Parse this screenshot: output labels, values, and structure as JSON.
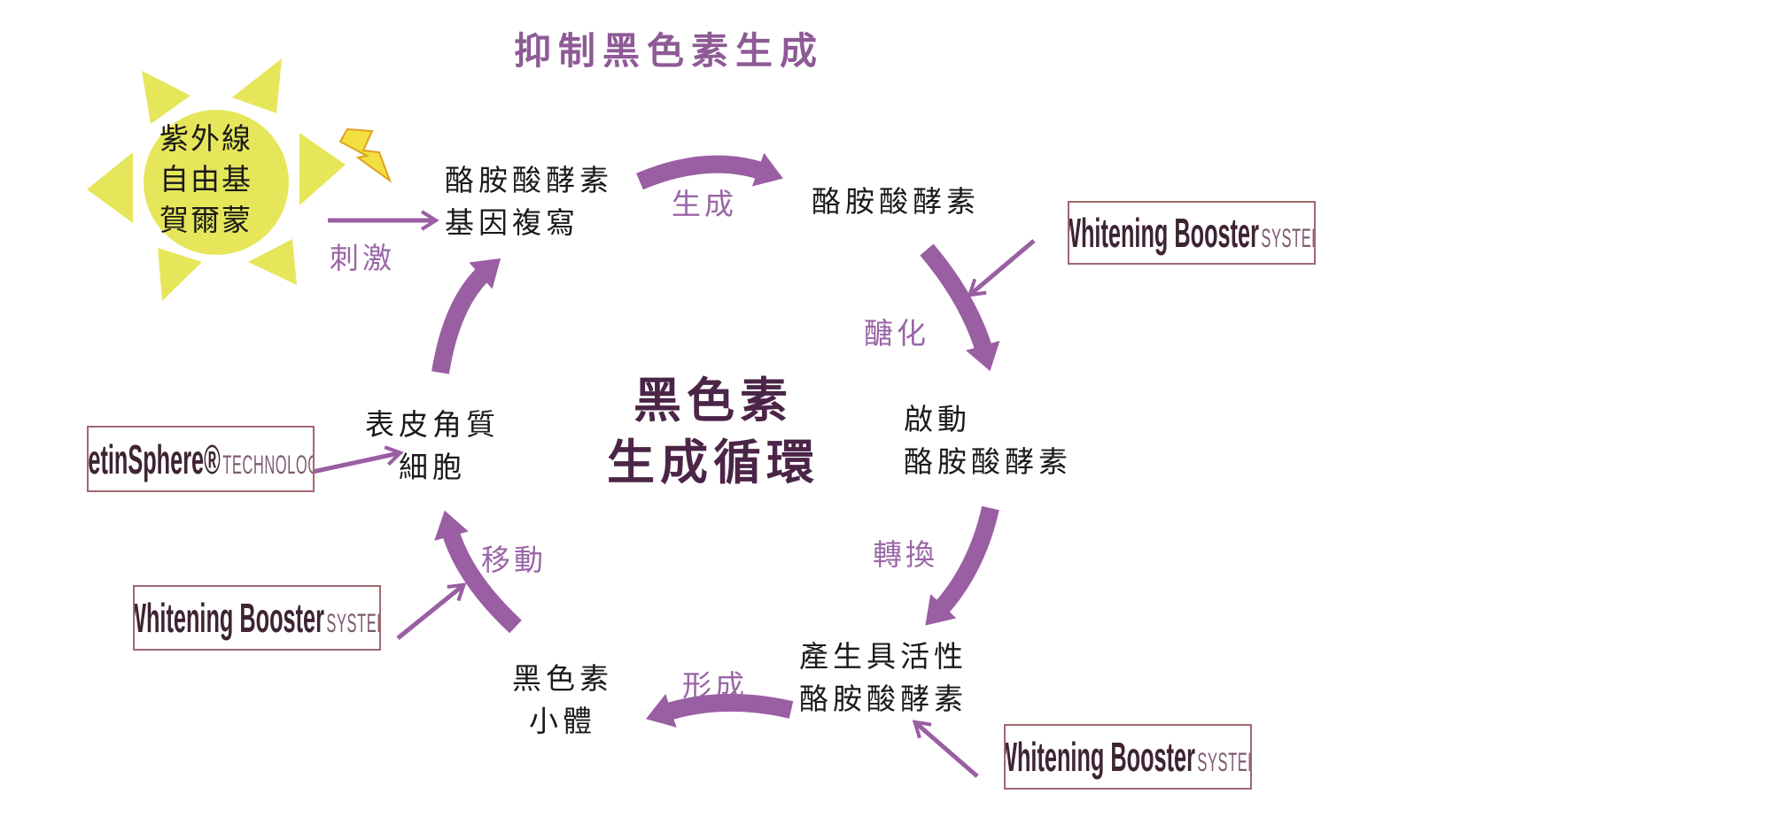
{
  "title": "抑制黑色素生成",
  "sun": {
    "lines": [
      "紫外線",
      "自由基",
      "賀爾蒙"
    ]
  },
  "nodes": {
    "gene": [
      "酪胺酸酵素",
      "基因複寫"
    ],
    "enzyme": "酪胺酸酵素",
    "activate": [
      "啟動",
      "酪胺酸酵素"
    ],
    "active": [
      "產生具活性",
      "酪胺酸酵素"
    ],
    "melanosome": [
      "黑色素",
      "小體"
    ],
    "keratinocyte": [
      "表皮角質",
      "細胞"
    ]
  },
  "center": [
    "黑色素",
    "生成循環"
  ],
  "arrows": {
    "stimulate": "刺激",
    "generate": "生成",
    "glycosylate": "醣化",
    "convert": "轉換",
    "form": "形成",
    "move": "移動"
  },
  "logos": {
    "whitening": {
      "main": "Whitening Booster",
      "suffix": "SYSTEM"
    },
    "retinsphere": {
      "main": "RetinSphere®",
      "suffix": "TECHNOLOGY"
    }
  },
  "colors": {
    "arrow": "#9a5ea3",
    "sun": "#e6e65a",
    "title": "#8e5a96",
    "center": "#4b2547"
  }
}
